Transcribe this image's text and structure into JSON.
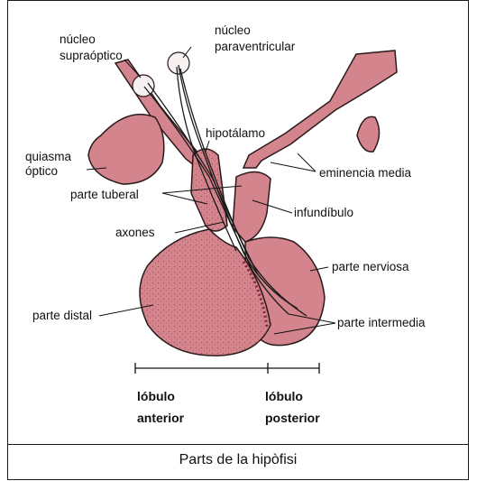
{
  "caption": "Parts de la hipòfisi",
  "labels": {
    "nucleo_supraoptico": [
      "núcleo",
      "supraóptico"
    ],
    "nucleo_paraventricular": [
      "núcleo",
      "paraventricular"
    ],
    "hipotalamo": "hipotálamo",
    "quiasma_optico": [
      "quiasma",
      "óptico"
    ],
    "eminencia_media": "eminencia media",
    "parte_tuberal": "parte tuberal",
    "infundibulo": "infundíbulo",
    "axones": "axones",
    "parte_nerviosa": "parte nerviosa",
    "parte_distal": "parte distal",
    "parte_intermedia": "parte intermedia",
    "lobulo_anterior": [
      "lóbulo",
      "anterior"
    ],
    "lobulo_posterior": [
      "lóbulo",
      "posterior"
    ]
  },
  "colors": {
    "tissue": "#d4848c",
    "tissue_dark": "#b8606a",
    "outline": "#2a1a1c",
    "nerve": "#1a1a1a"
  }
}
